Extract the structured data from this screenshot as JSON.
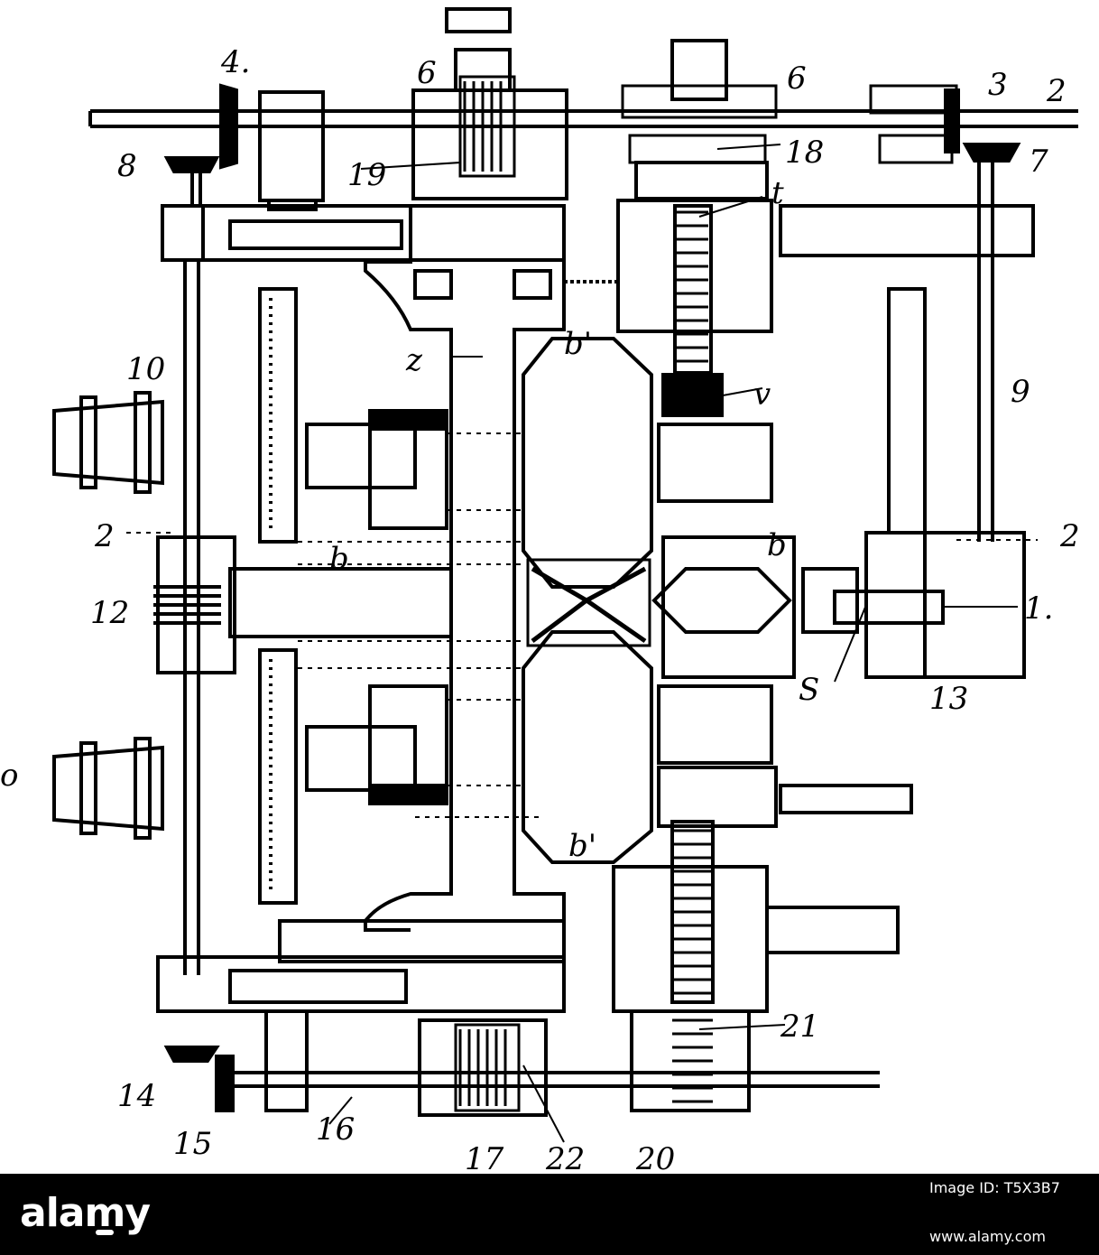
{
  "figure_labels": {
    "n1": "1.",
    "n2a": "2",
    "n2b": "2",
    "n2c": "2",
    "n3": "3",
    "n4": "4.",
    "n6a": "6",
    "n6b": "6",
    "n7": "7",
    "n8": "8",
    "n9": "9",
    "n10": "10",
    "n12": "12",
    "n13": "13",
    "n14": "14",
    "n15": "15",
    "n16": "16",
    "n17": "17",
    "n18": "18",
    "n19": "19",
    "n20": "20",
    "n21": "21",
    "n22": "22",
    "b_upper": "b'",
    "b_lower": "b'",
    "b_left": "b",
    "b_right": "b",
    "z": "z",
    "t": "t",
    "v": "v",
    "s": "S",
    "o": "o"
  },
  "footer": {
    "brand": "alamy",
    "image_id": "Image ID: T5X3B7",
    "site": "www.alamy.com"
  },
  "colors": {
    "ink": "#000000",
    "paper": "#ffffff",
    "footer_bg": "#000000",
    "footer_text": "#ffffff"
  }
}
